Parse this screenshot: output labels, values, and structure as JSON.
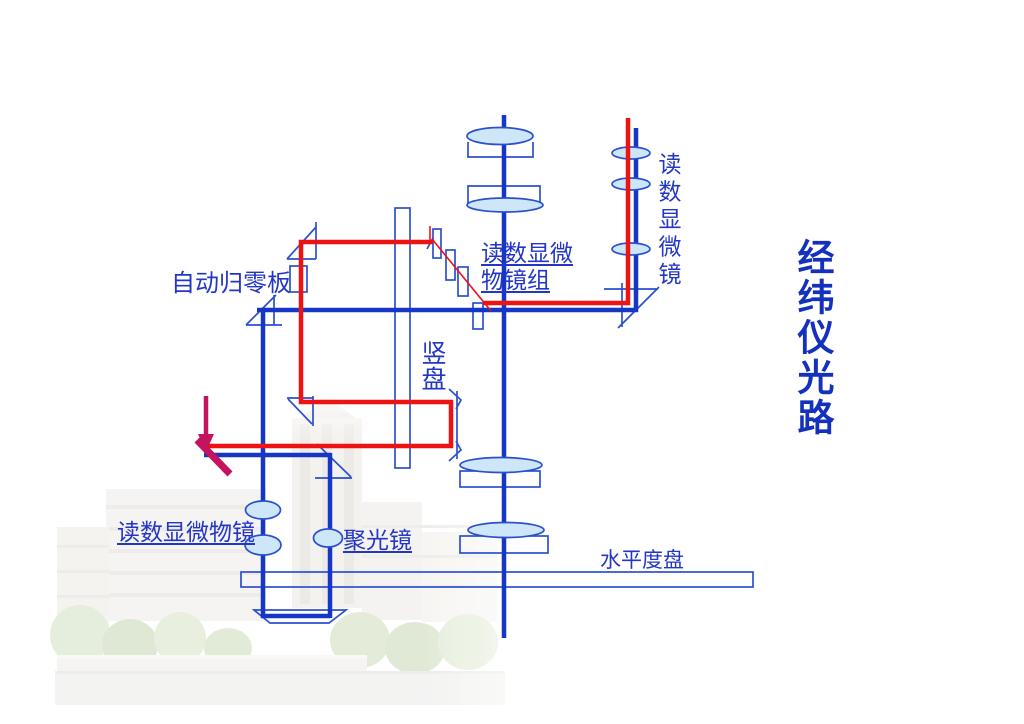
{
  "slide": {
    "title": "经纬仪光路",
    "labels": {
      "auto_zero_plate": "自动归零板",
      "objective_group_line1": "读数显微",
      "objective_group_line2": "物镜组",
      "vertical_circle": "竖盘",
      "reading_microscope": "读数显微镜",
      "reading_objective": "读数显微物镜",
      "condenser": "聚光镜",
      "horizontal_circle": "水平度盘"
    },
    "colors": {
      "optical_axis_blue": "#1637c6",
      "outline_blue": "#2b50cf",
      "reading_path_red": "#ee1212",
      "incident_arrow_magenta": "#c4145f",
      "lens_fill": "#cde6f8",
      "label_text": "#2336c6",
      "title_text": "#1331bd"
    }
  }
}
